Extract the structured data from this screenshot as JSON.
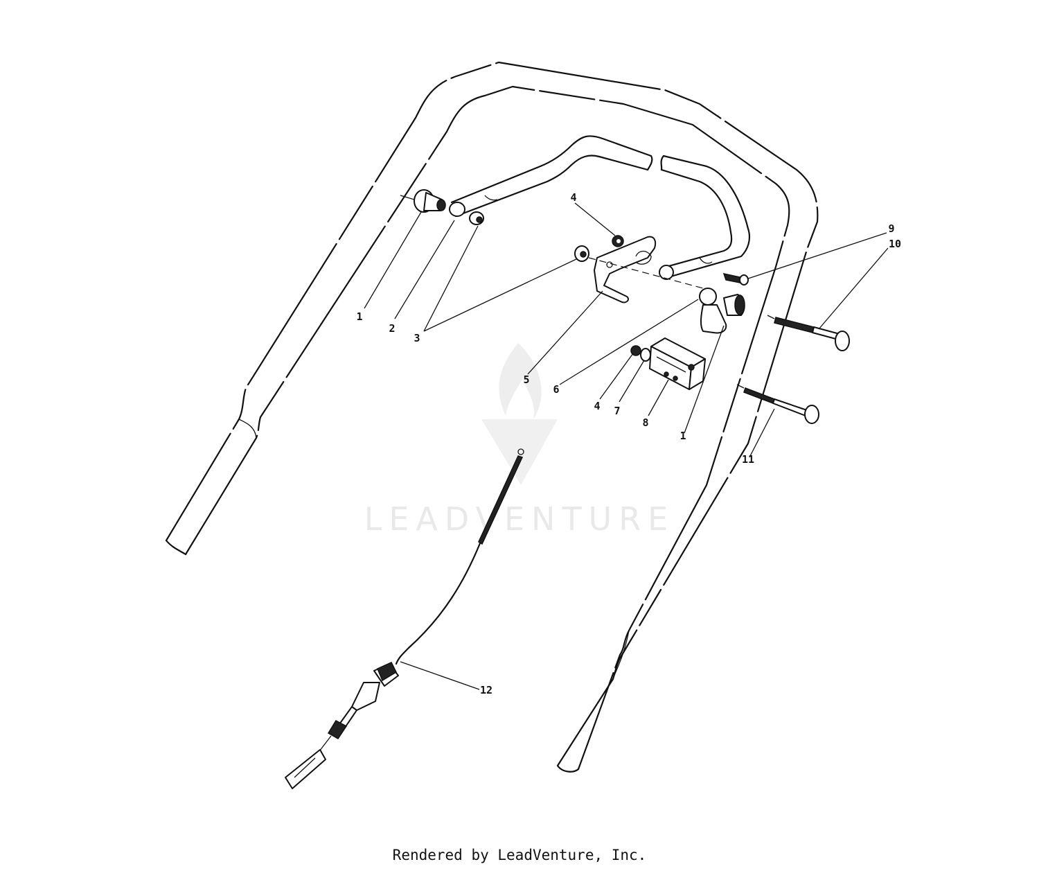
{
  "watermark": {
    "text": "LEADVENTURE"
  },
  "callouts": [
    {
      "id": "c1a",
      "label": "1"
    },
    {
      "id": "c2",
      "label": "2"
    },
    {
      "id": "c3",
      "label": "3"
    },
    {
      "id": "c4a",
      "label": "4"
    },
    {
      "id": "c5",
      "label": "5"
    },
    {
      "id": "c6",
      "label": "6"
    },
    {
      "id": "c4b",
      "label": "4"
    },
    {
      "id": "c7",
      "label": "7"
    },
    {
      "id": "c8",
      "label": "8"
    },
    {
      "id": "c1b",
      "label": "1"
    },
    {
      "id": "c9",
      "label": "9"
    },
    {
      "id": "c10",
      "label": "10"
    },
    {
      "id": "c11",
      "label": "11"
    },
    {
      "id": "c12",
      "label": "12"
    }
  ],
  "footer": {
    "text": "Rendered by LeadVenture, Inc."
  }
}
